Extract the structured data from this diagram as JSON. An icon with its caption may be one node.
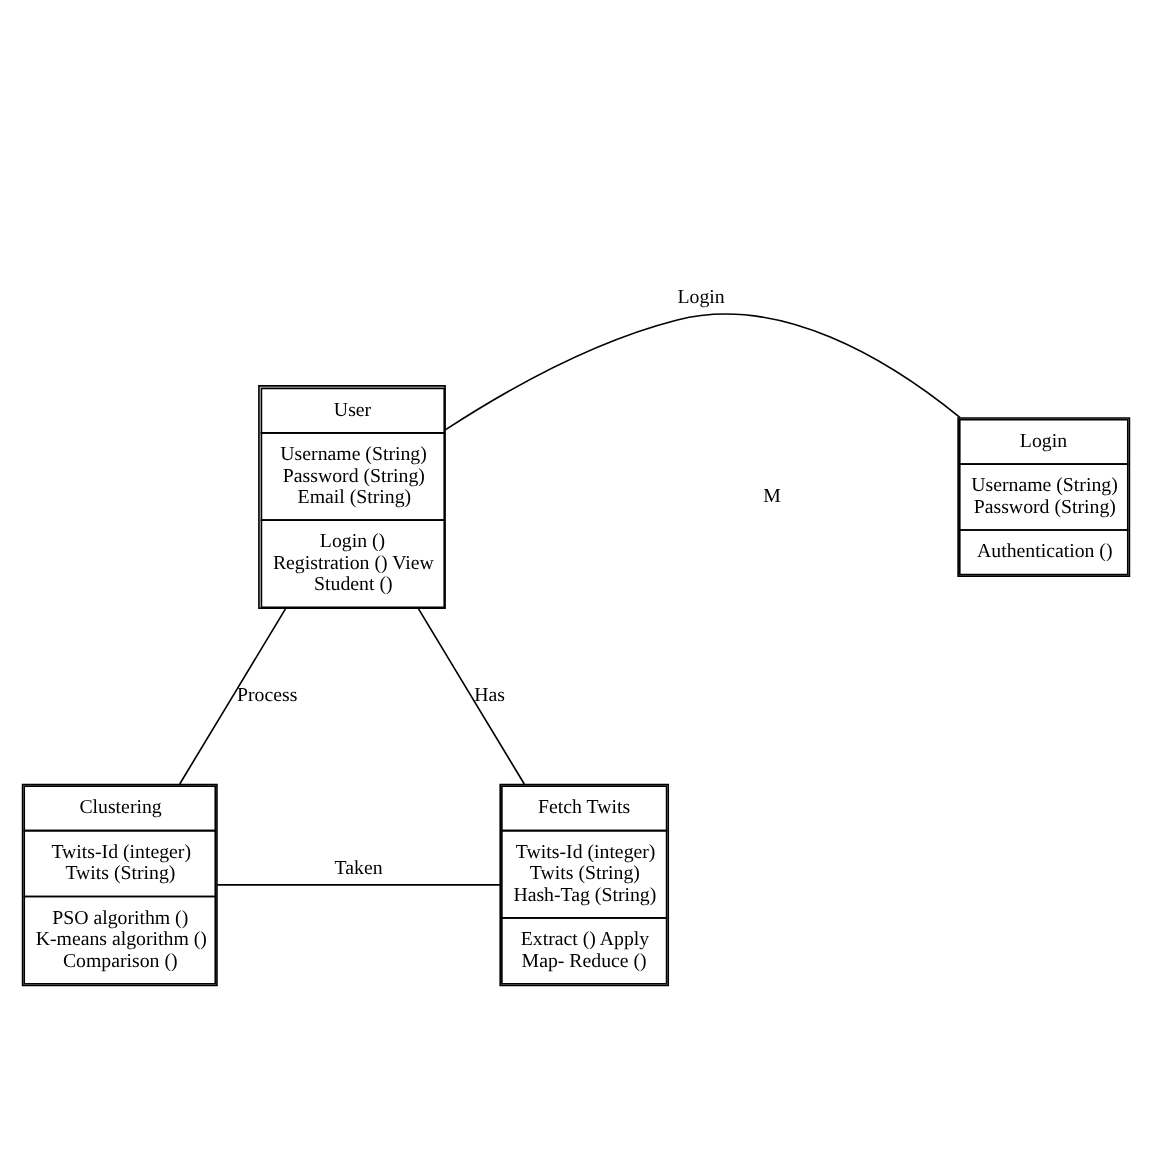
{
  "diagram": {
    "nodes": [
      {
        "text": [
          "User",
          "Username (String) Password (String) Email (String)",
          "Login () Registration () View Student ()"
        ]
      },
      {
        "text": [
          "Login",
          "Username (String) Password (String)",
          "Authentication ()"
        ]
      },
      {
        "text": [
          "Clustering",
          "Twits-Id (integer) Twits (String)",
          "PSO algorithm () K-means algorithm () Comparison ()"
        ]
      },
      {
        "text": [
          "Fetch Twits",
          "Twits-Id (integer) Twits (String) Hash-Tag (String)",
          "Extract () Apply Map- Reduce ()"
        ]
      }
    ],
    "edges": [
      {
        "from": 0,
        "to": 1,
        "arrow": "none",
        "label": "Login"
      },
      {
        "from": 0,
        "to": 2,
        "arrow": "none",
        "label": "Process"
      },
      {
        "from": 0,
        "to": 3,
        "arrow": "none",
        "label": "Has"
      },
      {
        "from": 2,
        "to": 3,
        "arrow": "none",
        "label": "Taken"
      }
    ],
    "labels": [
      "M"
    ]
  }
}
